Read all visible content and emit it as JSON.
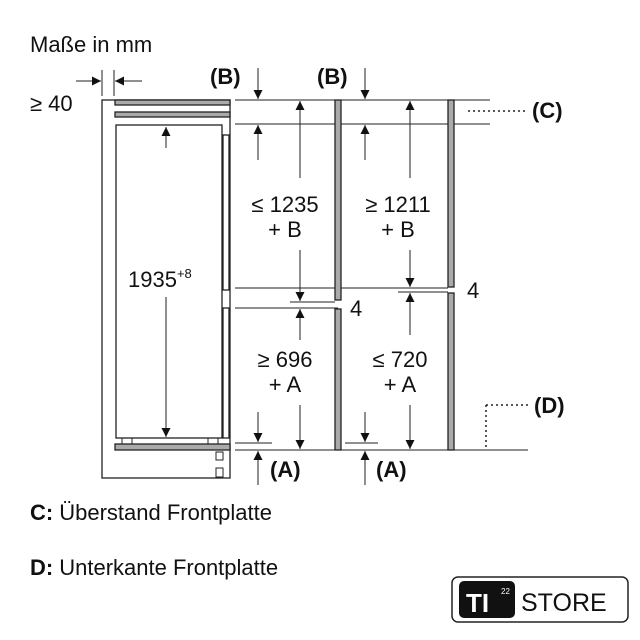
{
  "title": "Maße in mm",
  "dimensions": {
    "gap": "≥ 40",
    "height": "1935",
    "height_tol": "+8",
    "upper_left": "≤ 1235",
    "upper_left_add": "+ B",
    "upper_right": "≥ 1211",
    "upper_right_add": "+ B",
    "lower_left": "≥ 696",
    "lower_left_add": "+ A",
    "lower_right": "≤ 720",
    "lower_right_add": "+ A",
    "gap_left": "4",
    "gap_right": "4"
  },
  "markers": {
    "b1": "(B)",
    "b2": "(B)",
    "a1": "(A)",
    "a2": "(A)",
    "c": "(C)",
    "d": "(D)"
  },
  "legend": [
    {
      "key": "C:",
      "text": "Überstand Frontplatte"
    },
    {
      "key": "D:",
      "text": "Unterkante Frontplatte"
    }
  ],
  "logo": {
    "mark": "TI",
    "sup": "22",
    "text": "STORE"
  }
}
